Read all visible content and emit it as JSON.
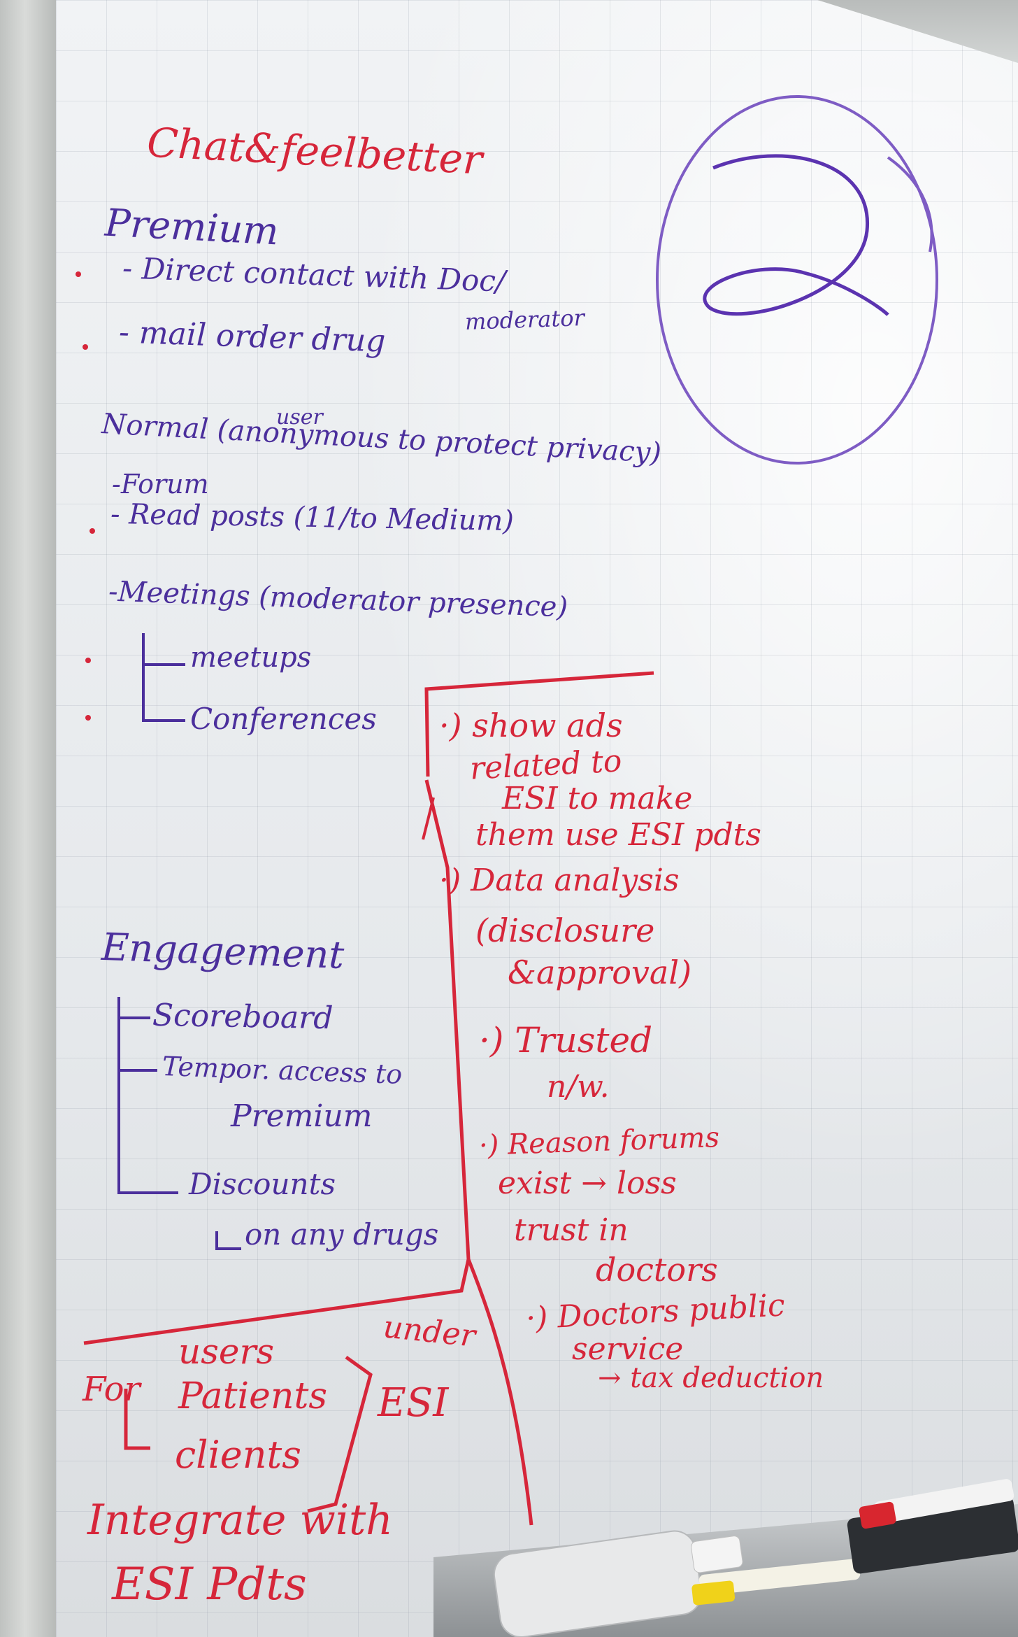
{
  "title": "Chat&feelbetter",
  "premium": {
    "heading": "Premium",
    "items": [
      "- Direct contact with Doc/",
      "- mail order drug"
    ],
    "note": "moderator"
  },
  "normal": {
    "heading": "Normal (anonymous to protect privacy)",
    "superscript": "user",
    "items": [
      "-Forum",
      "- Read posts (11/to Medium)"
    ]
  },
  "meetings": {
    "heading": "-Meetings (moderator presence)",
    "items": [
      "meetups",
      "Conferences"
    ]
  },
  "engagement": {
    "heading": "Engagement",
    "items": [
      "Scoreboard",
      "Tempor. access to",
      "Premium",
      "Discounts",
      "on any drugs"
    ]
  },
  "red_notes": [
    "·) show ads",
    "related to",
    "ESI to make",
    "them use ESI pdts",
    "·) Data analysis",
    "(disclosure",
    "&approval)",
    "·) Trusted",
    "n/w.",
    "·) Reason forums",
    "exist → loss",
    "trust in",
    "doctors",
    "·) Doctors public",
    "service",
    "→ tax deduction"
  ],
  "bottom": {
    "users": "users",
    "under": "under",
    "for": "For",
    "patients": "Patients",
    "clients": "clients",
    "esi": "ESI",
    "integrate1": "Integrate with",
    "integrate2": "ESI Pdts"
  },
  "colors": {
    "purple_ink": "#4b2f9c",
    "red_ink": "#d6263a",
    "board": "#e9ecef"
  }
}
